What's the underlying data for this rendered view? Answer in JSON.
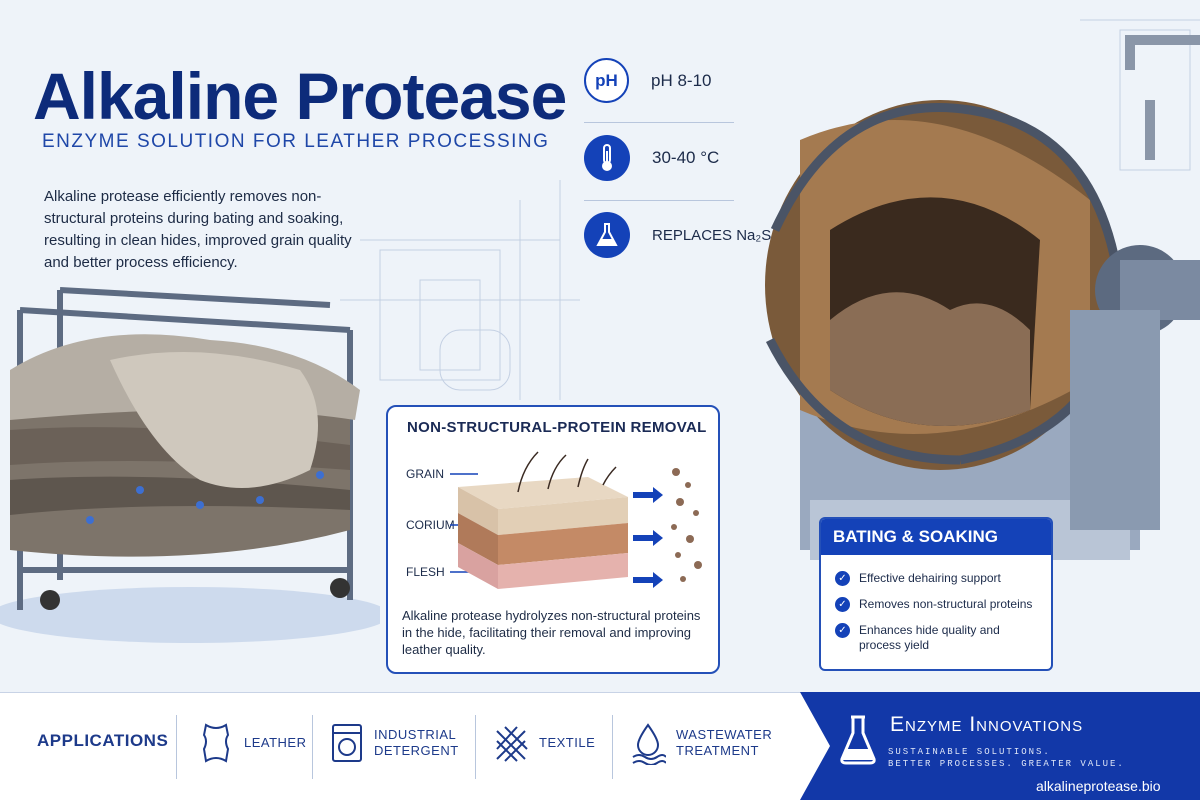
{
  "header": {
    "title": "Alkaline Protease",
    "subtitle": "ENZYME SOLUTION FOR LEATHER PROCESSING",
    "description": "Alkaline protease efficiently removes non-structural proteins during bating and soaking, resulting in clean hides, improved grain quality and better process efficiency."
  },
  "specs": [
    {
      "icon": "ph-icon",
      "icon_text": "pH",
      "label": "pH 8-10"
    },
    {
      "icon": "thermometer-icon",
      "label": "30-40 °C"
    },
    {
      "icon": "flask-icon",
      "label": "REPLACES Na₂S"
    }
  ],
  "diagram": {
    "title": "NON-STRUCTURAL-PROTEIN REMOVAL",
    "layers": [
      "GRAIN",
      "CORIUM",
      "FLESH"
    ],
    "caption": "Alkaline protease hydrolyzes non-structural proteins in the hide, facilitating their removal and improving leather quality."
  },
  "bating": {
    "title": "BATING & SOAKING",
    "items": [
      "Effective dehairing support",
      "Removes non-structural proteins",
      "Enhances hide quality and process yield"
    ]
  },
  "footer": {
    "applications_label": "APPLICATIONS",
    "applications": [
      {
        "icon": "leather-hide-icon",
        "label": "LEATHER"
      },
      {
        "icon": "washing-machine-icon",
        "label": "INDUSTRIAL DETERGENT"
      },
      {
        "icon": "textile-mesh-icon",
        "label": "TEXTILE"
      },
      {
        "icon": "water-drop-icon",
        "label": "WASTEWATER TREATMENT"
      }
    ],
    "brand": "Enzyme Innovations",
    "tagline_1": "SUSTAINABLE SOLUTIONS.",
    "tagline_2": "BETTER PROCESSES. GREATER VALUE.",
    "url": "alkalineprotease.bio"
  },
  "colors": {
    "primary": "#1442b8",
    "navy": "#0d2b7a",
    "background": "#eef3f9"
  }
}
